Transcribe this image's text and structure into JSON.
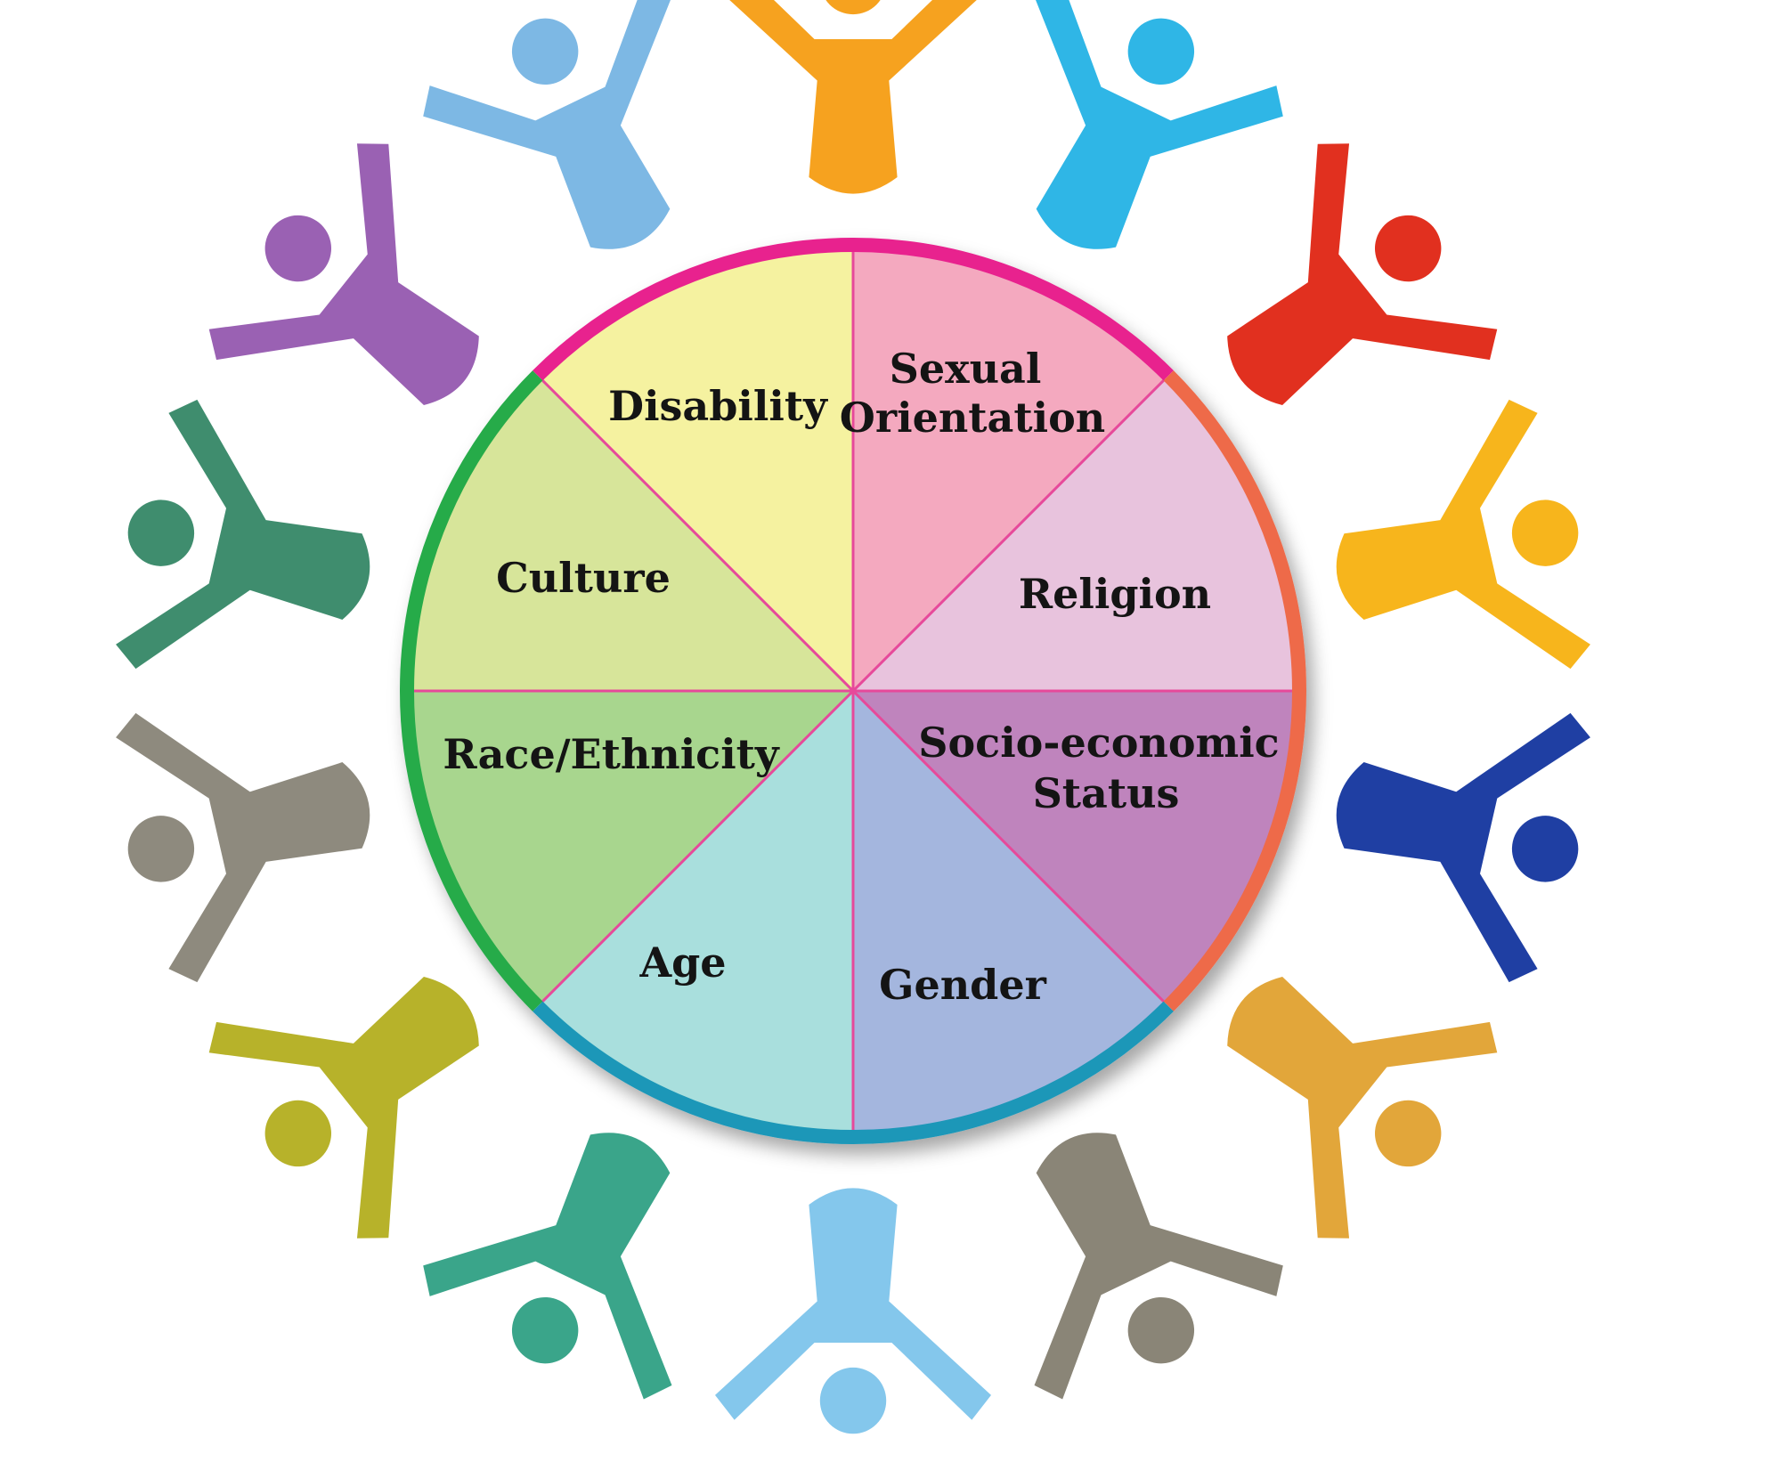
{
  "diversity_wheel": {
    "segments": [
      {
        "id": "disability",
        "lines": [
          "Disability"
        ],
        "fill": "#f5f2a0"
      },
      {
        "id": "sexual-orientation",
        "lines": [
          "Sexual",
          "Orientation"
        ],
        "fill": "#f4a9bf"
      },
      {
        "id": "religion",
        "lines": [
          "Religion"
        ],
        "fill": "#e8c3dd"
      },
      {
        "id": "socio-economic-status",
        "lines": [
          "Socio-economic",
          "Status"
        ],
        "fill": "#bf84bd"
      },
      {
        "id": "gender",
        "lines": [
          "Gender"
        ],
        "fill": "#a4b6de"
      },
      {
        "id": "age",
        "lines": [
          "Age"
        ],
        "fill": "#a9dfdd"
      },
      {
        "id": "race-ethnicity",
        "lines": [
          "Race/Ethnicity"
        ],
        "fill": "#a8d68e"
      },
      {
        "id": "culture",
        "lines": [
          "Culture"
        ],
        "fill": "#d7e59a"
      }
    ],
    "rim_colors": {
      "top": "#e8208e",
      "right": "#ee6a4a",
      "bottom": "#1a97b8",
      "left": "#25ab48"
    },
    "divider_color": "#e64a9a"
  },
  "people_ring": {
    "figure_colors": [
      "#f6a21f",
      "#2fb6e6",
      "#e1301f",
      "#f7b51c",
      "#1f3fa3",
      "#e2a63a",
      "#8a8577",
      "#84c7ec",
      "#3aa58a",
      "#b7b22a",
      "#8e8a7e",
      "#3f8d6e",
      "#9a61b3",
      "#7db8e4"
    ]
  }
}
